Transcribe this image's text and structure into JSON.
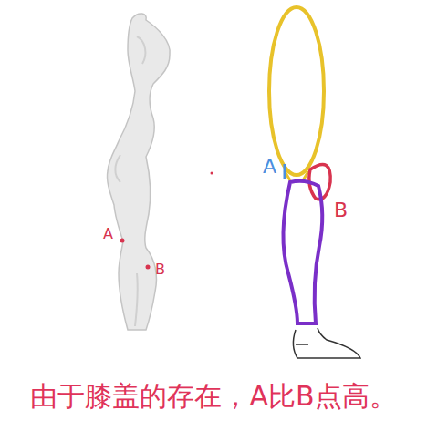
{
  "diagram": {
    "caption": "由于膝盖的存在，A比B点高。",
    "labels": [
      "A",
      "B",
      "A",
      "B"
    ]
  }
}
